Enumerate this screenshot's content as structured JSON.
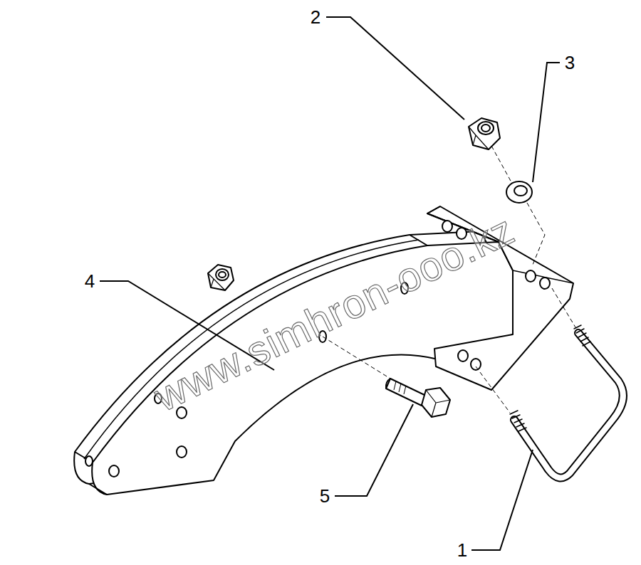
{
  "diagram": {
    "labels": [
      "2",
      "3",
      "4",
      "5",
      "1",
      "www.simhron-ooo.kz"
    ]
  }
}
